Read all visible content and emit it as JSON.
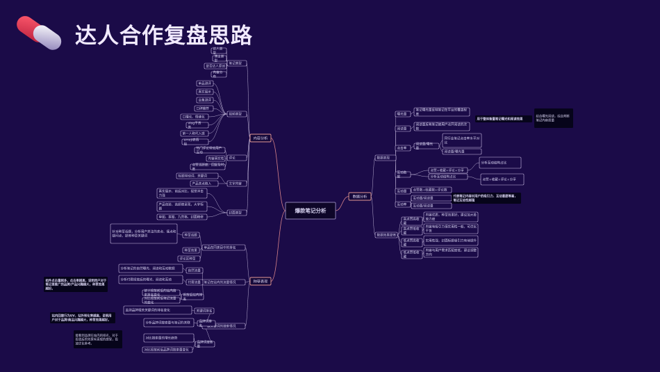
{
  "slide": {
    "title": "达人合作复盘思路",
    "accent": "#e0425a",
    "background": "#1b0b48"
  },
  "mindmap": {
    "root": "爆款笔记分析",
    "branches": {
      "content": "内容分析",
      "seeding": "种草表现",
      "data": "数据分析"
    },
    "content_groups": {
      "a": "笔记类型",
      "b": "视频类型",
      "c": "评论",
      "d": "文字内容",
      "e": "封面类型"
    },
    "content_leaves": {
      "a1": "达人类型",
      "a2": "博主类型",
      "a3": "是否达人原创",
      "a4": "内容分布",
      "b1": "单品测评",
      "b2": "真实展示",
      "b3": "合集测评",
      "b4": "口碑推荐",
      "b5": "口播化、情绪化",
      "b6": "vlog干货类",
      "b7": "第一人称代入感",
      "b8": "emoji表情包",
      "c1": "热门评论带动用户互动",
      "c2": "内容真实性",
      "c3": "点赞活跃度、回复及时度",
      "d1": "标题带动词、关键词",
      "d2": "产品卖点植入",
      "e1": "真实展示、前后对比，视觉冲击力强",
      "e2": "产品包装、高颜值呈现，大字标题",
      "e3": "单图、拼图、九宫格、封面精修"
    },
    "seeding_groups": {
      "a": "单品在同类目中的排名",
      "b": "笔记在站内的流量情况",
      "c": "一级关键词的搜索情况"
    },
    "seeding_leaves": {
      "a1": "种草话题",
      "a2": "种草效果",
      "a3": "评论区种草",
      "b1": "自然流量",
      "b2": "付费流量",
      "b3": "投放后站内排名",
      "c1": "关键词排名",
      "c2": "品牌词排名",
      "c3": "品牌词搜索量"
    },
    "seeding_details": {
      "a1": "针对种草话题，分析用户关注的卖点、痛点和疑问点，提炼种草关键词",
      "b1": "分析笔记的自然曝光、阅读和互动数据",
      "b2": "分析付费投放后的曝光、阅读和互动",
      "b3": "统计投放前后的站内搜索排名变化",
      "b4": "对比投放前后笔记流量的变化",
      "c1": "监测品牌相关关键词的排名变化",
      "c2": "分析品牌词搜索量与笔记的关联",
      "c3": "对比搜索量的增长趋势",
      "c4": "对比投放前后品牌词搜索量变化"
    },
    "seeding_notes": {
      "n1": "组件点击量越多，点击率越高，说明用户对于笔记里推广的品牌/产品兴趣越大，种草效果越好。",
      "n2": "站内回搜行为UV，站外转化率越高，说明用户对于品牌/商品兴趣越大，种草效果越好。",
      "n3": "能看到品牌在站内的排名，对于投放后的效果有直观的感受，投放优化参考。"
    },
    "data_groups": {
      "a": "数据表现",
      "b": "数据效果提炼"
    },
    "data_leaves": {
      "a1": "曝光量",
      "a2": "阅读量",
      "a3": "点击率",
      "a4": "互动数据",
      "a5": "互动量",
      "a6": "互动率",
      "b1": "高点赞高收藏",
      "b2": "高点赞低收藏",
      "b3": "低点赞高收藏",
      "b4": "低点赞低收藏"
    },
    "data_details": {
      "a1": "笔记曝光量反映笔记在平台的覆盖程度",
      "a2": "阅读量反映笔记被用户点开阅读的次数",
      "a3a": "阅读量/曝光量",
      "a3b": "同行业笔记点击率水平对比",
      "a4a": "点赞+收藏+评论+分享",
      "a4b": "分析互动结构占比",
      "a5": "点赞数+收藏数+评论数",
      "a6": "互动量/阅读量",
      "b1": "内容优质，种草效果好，建议加大投放力度",
      "b2": "内容有吸引力但实用性一般，可优化干货",
      "b3": "实用性强，封面标题吸引力有待提升",
      "b4": "内容与用户需求匹配度低，建议调整方向"
    },
    "data_notes": {
      "n1": "用于整体衡量笔记曝光和阅读效果",
      "n2": "代表笔记内容对用户的吸引力、互动意愿等高，笔记互动性越强",
      "n3": "结合曝光阅读，综合判断笔记内容质量"
    }
  }
}
